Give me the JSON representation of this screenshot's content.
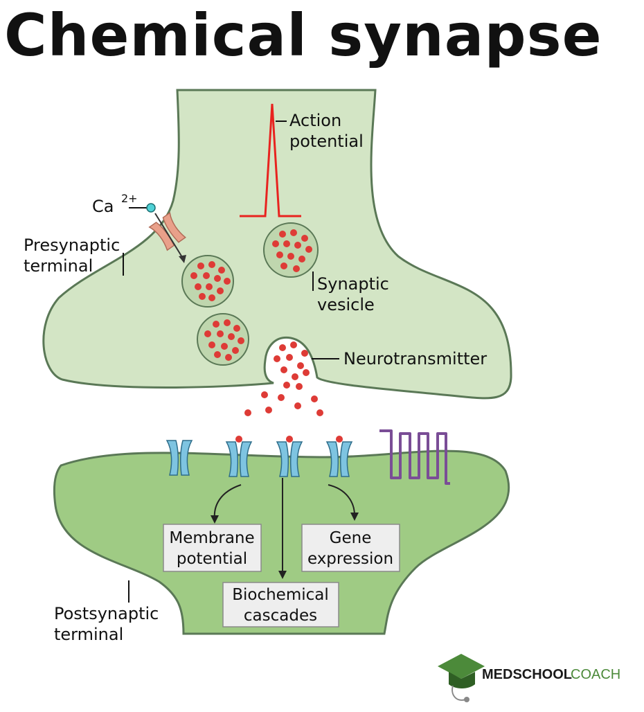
{
  "title": "Chemical synapse",
  "labels": {
    "action_potential": [
      "Action",
      "potential"
    ],
    "ca": "Ca",
    "ca_charge": "2+",
    "presynaptic": [
      "Presynaptic",
      "terminal"
    ],
    "synaptic_vesicle": [
      "Synaptic",
      "vesicle"
    ],
    "neurotransmitter": "Neurotransmitter",
    "postsynaptic": [
      "Postsynaptic",
      "terminal"
    ]
  },
  "effects": {
    "membrane": [
      "Membrane",
      "potential"
    ],
    "biochemical": [
      "Biochemical",
      "cascades"
    ],
    "gene": [
      "Gene",
      "expression"
    ]
  },
  "logo": {
    "bold": "MEDSCHOOL",
    "light": "COACH"
  },
  "colors": {
    "pre_fill": "#d3e5c5",
    "post_fill": "#9fcb84",
    "outline": "#5a7856",
    "vesicle_dot": "#de3b36",
    "spike": "#e8231f",
    "channel": "#7ec4e1",
    "gpcr": "#7a4d96"
  }
}
